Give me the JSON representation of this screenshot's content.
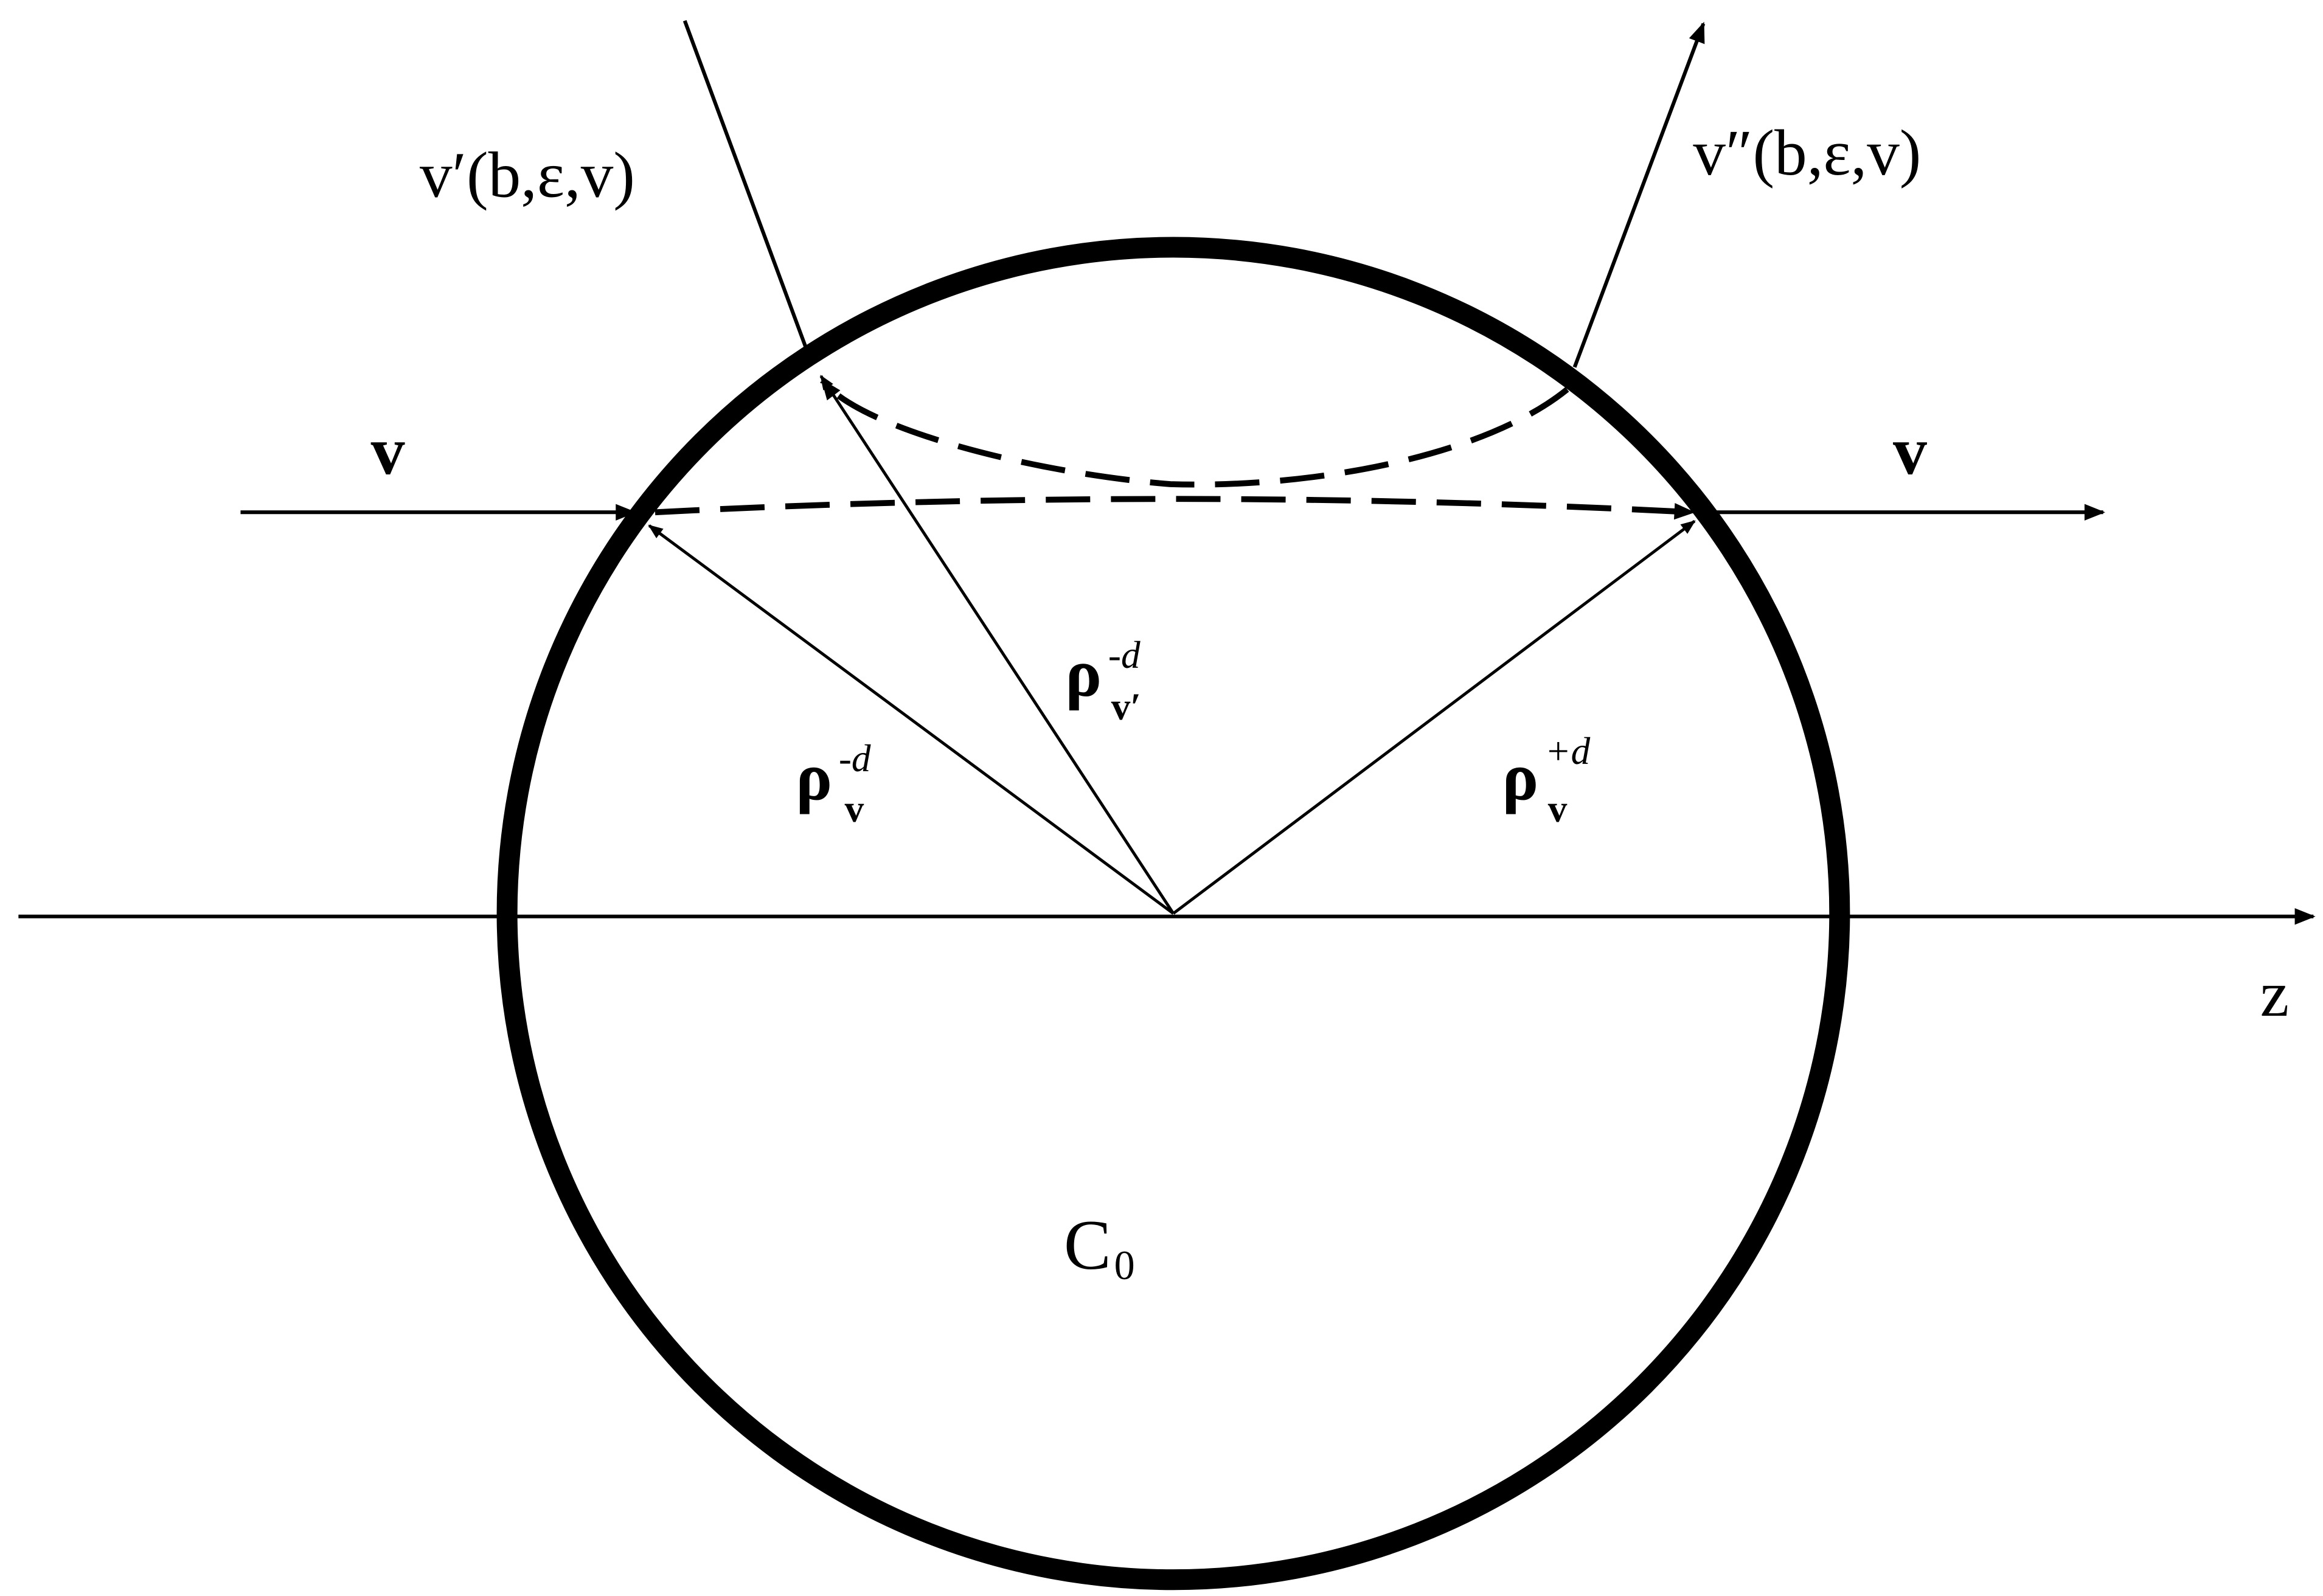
{
  "diagram": {
    "labels": {
      "v_prime": "v′(b,ε,v)",
      "v_double_prime": "v″(b,ε,v)",
      "v_left": "v",
      "v_right": "v",
      "z_axis": "z",
      "c0_main": "C",
      "c0_sub": "0",
      "rho_left_main": "ρ",
      "rho_left_sub": "v",
      "rho_left_sup": "-d",
      "rho_mid_main": "ρ",
      "rho_mid_sub": "v′",
      "rho_mid_sup": "-d",
      "rho_right_main": "ρ",
      "rho_right_sub": "v",
      "rho_right_sup": "+d"
    },
    "colors": {
      "stroke": "#000000",
      "background": "#ffffff"
    }
  }
}
